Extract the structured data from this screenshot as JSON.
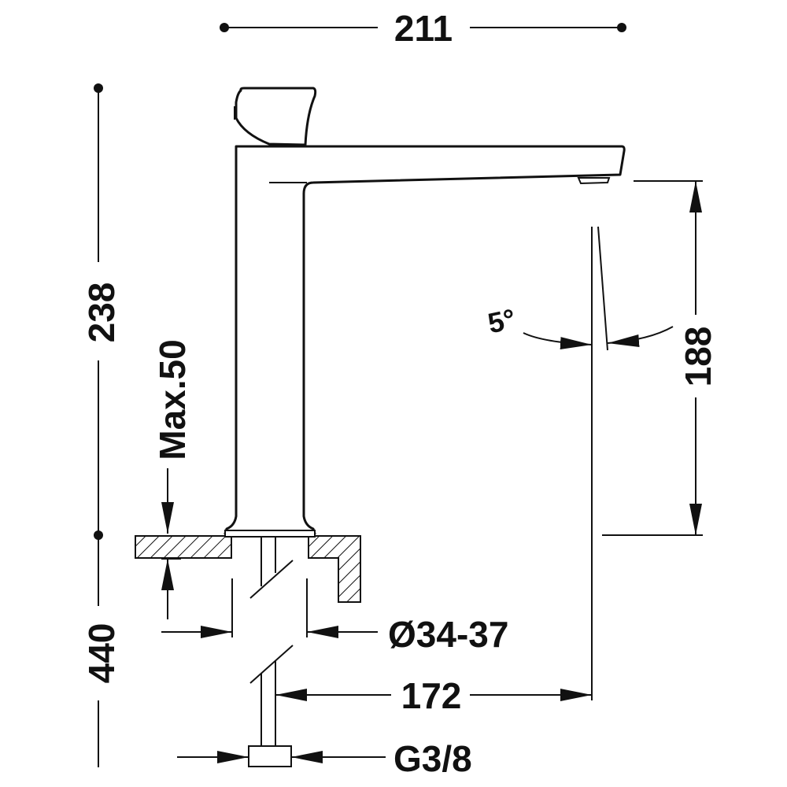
{
  "dimensions": {
    "total_width": "211",
    "total_height": "238",
    "max_thickness": "Max.50",
    "spout_height": "188",
    "hole_diameter": "Ø34-37",
    "spout_reach": "172",
    "under_length": "440",
    "connection": "G3/8",
    "spray_angle": "5°"
  },
  "colors": {
    "line": "#111111",
    "background": "#ffffff"
  }
}
